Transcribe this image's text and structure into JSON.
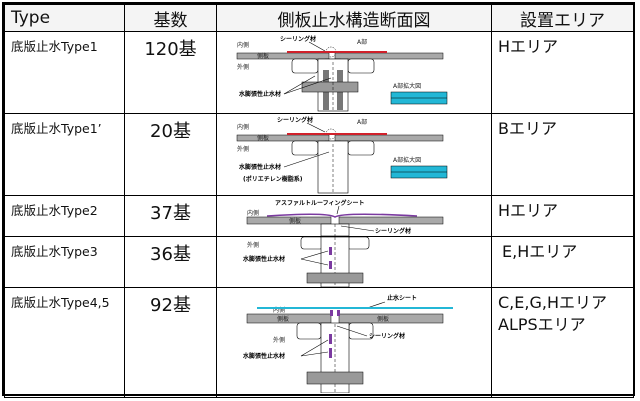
{
  "table": {
    "headers": {
      "type": "Type",
      "count": "基数",
      "diagram": "側板止水構造断面図",
      "area": "設置エリア"
    },
    "rows": [
      {
        "type": "底版止水Type1",
        "count": "120基",
        "area_lines": [
          "Hエリア"
        ],
        "diagram": {
          "sealing": "シーリング材",
          "inner": "内側",
          "side_plate": "側板",
          "outer": "外側",
          "part_a": "A部",
          "water_swelling": "水膨張性止水材",
          "enlarged": "A部拡大図"
        }
      },
      {
        "type": "底版止水Type1’",
        "count": "20基",
        "area_lines": [
          "Bエリア"
        ],
        "diagram": {
          "sealing": "シーリング材",
          "inner": "内側",
          "side_plate": "側板",
          "outer": "外側",
          "part_a": "A部",
          "water_swelling": "水膨張性止水材",
          "resin_note": "(ポリエチレン樹脂系)",
          "enlarged": "A部拡大図"
        }
      },
      {
        "type": "底版止水Type2",
        "count": "37基",
        "area_lines": [
          "Hエリア"
        ],
        "diagram": {
          "asphalt": "アスファルトルーフィングシート",
          "inner": "内側",
          "side_plate": "側板",
          "sealing": "シーリング材"
        }
      },
      {
        "type": "底版止水Type3",
        "count": "36基",
        "area_lines": [
          "E,Hエリア"
        ],
        "diagram": {
          "outer": "外側",
          "water_swelling": "水膨張性止水材"
        }
      },
      {
        "type": "底版止水Type4,5",
        "count": "92基",
        "area_lines": [
          "C,E,G,Hエリア",
          "ALPSエリア"
        ],
        "diagram": {
          "stop_sheet": "止水シート",
          "inner": "内側",
          "side_plate": "側板",
          "outer": "外側",
          "sealing": "シーリング材",
          "water_swelling": "水膨張性止水材"
        }
      }
    ]
  },
  "colors": {
    "plate": "#a9a9a9",
    "seal_red": "#d0202a",
    "swelling_blue": "#23b7d6",
    "asphalt_purple": "#7b3aa0",
    "bolt": "#777777"
  }
}
